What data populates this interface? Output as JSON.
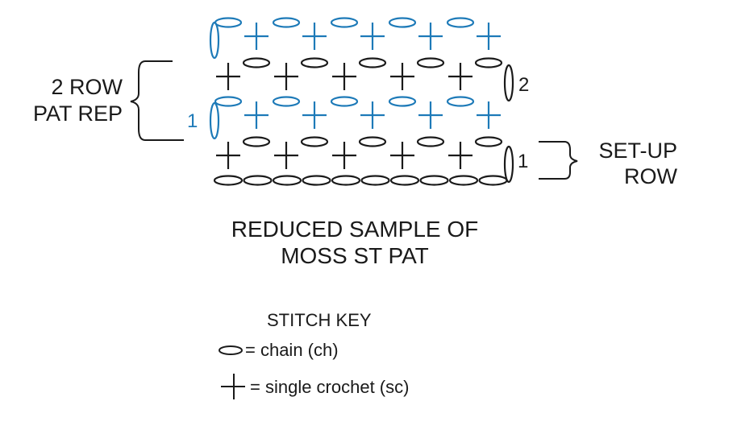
{
  "colors": {
    "ink": "#1a1a1a",
    "accent": "#1d7ab8",
    "background": "#ffffff"
  },
  "bracket_left": {
    "line1": "2 ROW",
    "line2": "PAT REP"
  },
  "bracket_right": {
    "line1": "SET-UP",
    "line2": "ROW"
  },
  "row_numbers": {
    "row1_left": "1",
    "row1_right": "1",
    "row2_right": "2"
  },
  "caption": {
    "line1": "REDUCED SAMPLE OF",
    "line2": "MOSS ST PAT"
  },
  "stitch_key": {
    "title": "STITCH KEY",
    "chain_label": "= chain (ch)",
    "sc_label": "= single crochet (sc)"
  },
  "icons": {
    "chain": "chain-oval-icon",
    "single_crochet": "single-crochet-cross-icon"
  },
  "chart": {
    "foundation_chain_count": 10,
    "rows": [
      {
        "label": "1",
        "color": "black",
        "pattern": "sc,ch,sc,ch,sc,ch,sc,ch,sc,ch"
      },
      {
        "label": "1",
        "color": "blue",
        "pattern": "ch,sc,ch,sc,ch,sc,ch,sc,ch,sc"
      },
      {
        "label": "2",
        "color": "black",
        "pattern": "sc,ch,sc,ch,sc,ch,sc,ch,sc,ch"
      },
      {
        "label": "",
        "color": "blue",
        "pattern": "ch,sc,ch,sc,ch,sc,ch,sc,ch,sc"
      }
    ]
  }
}
